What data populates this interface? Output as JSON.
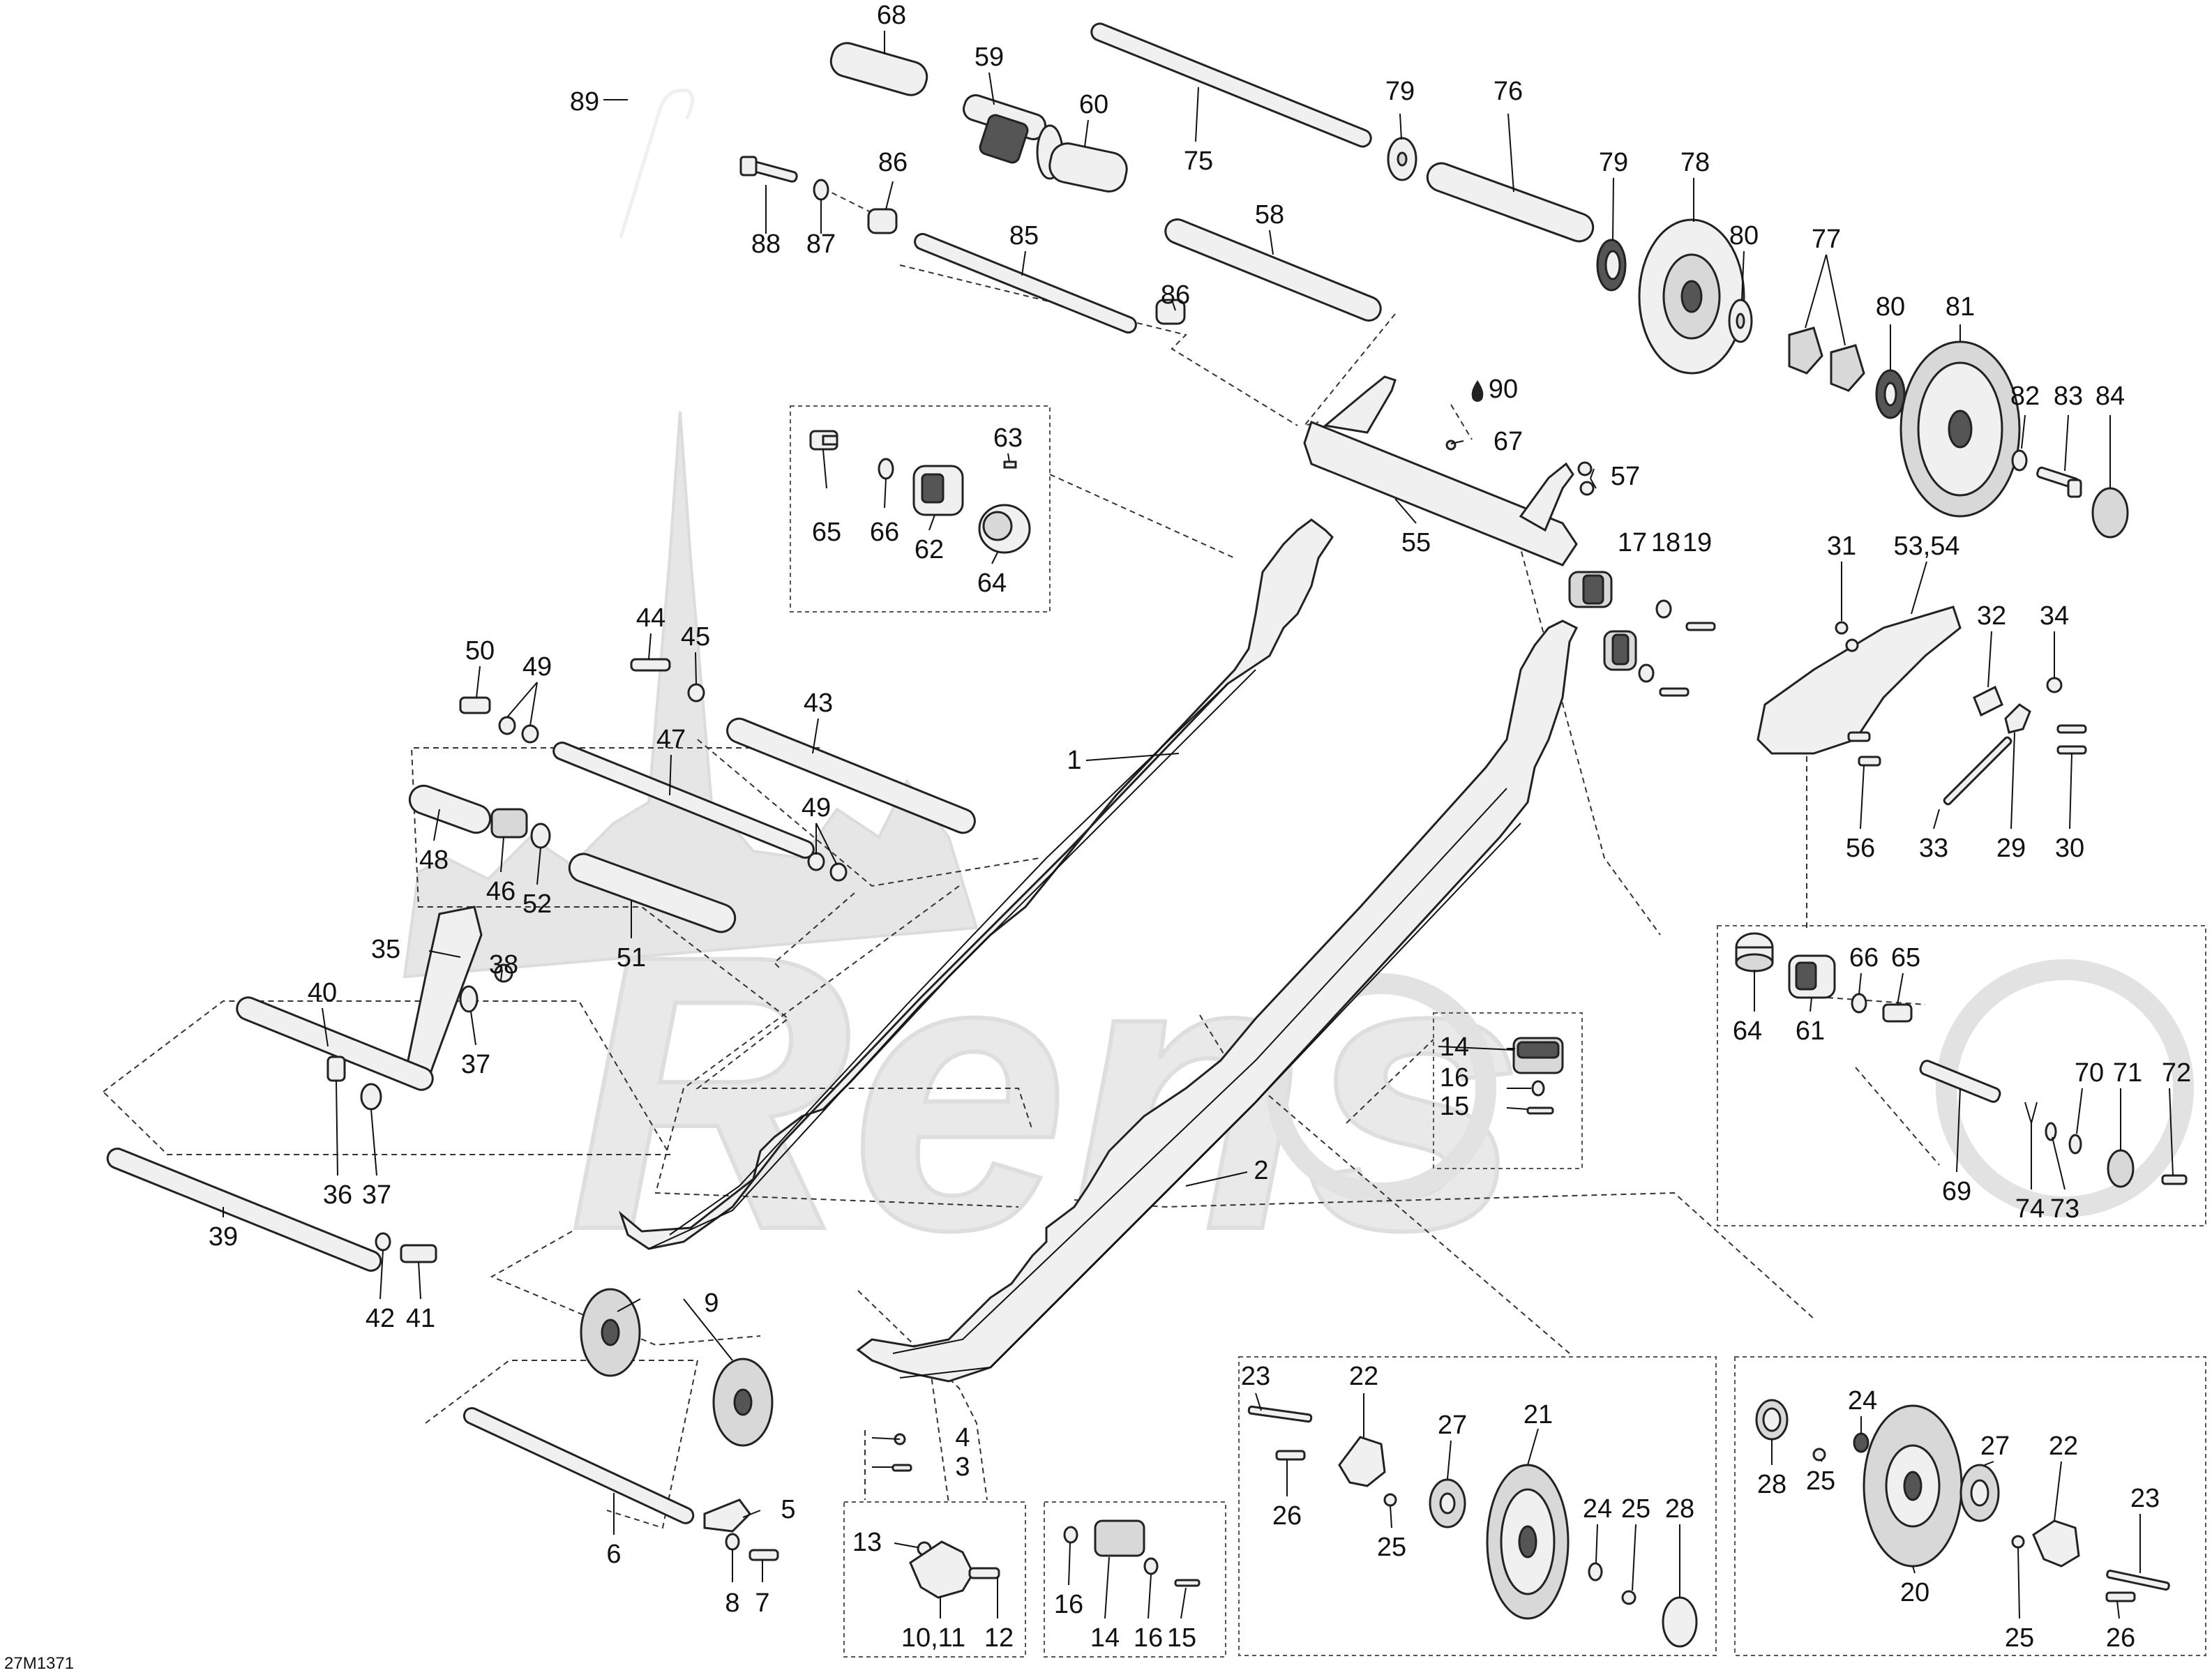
{
  "diagram_code": "27M1371",
  "watermark": "Rens",
  "callouts": {
    "c1": "1",
    "c2": "2",
    "c3": "3",
    "c4": "4",
    "c5": "5",
    "c6": "6",
    "c7": "7",
    "c8": "8",
    "c9": "9",
    "c10_11": "10,11",
    "c12": "12",
    "c13": "13",
    "c14a": "14",
    "c14b": "14",
    "c15a": "15",
    "c15b": "15",
    "c16a": "16",
    "c16b": "16",
    "c16c": "16",
    "c17": "17",
    "c18": "18",
    "c19": "19",
    "c20": "20",
    "c21": "21",
    "c22a": "22",
    "c22b": "22",
    "c23a": "23",
    "c23b": "23",
    "c24a": "24",
    "c24b": "24",
    "c25a": "25",
    "c25b": "25",
    "c25c": "25",
    "c25d": "25",
    "c26a": "26",
    "c26b": "26",
    "c27a": "27",
    "c27b": "27",
    "c28a": "28",
    "c28b": "28",
    "c29": "29",
    "c30": "30",
    "c31": "31",
    "c32": "32",
    "c33": "33",
    "c34": "34",
    "c35": "35",
    "c36": "36",
    "c37a": "37",
    "c37b": "37",
    "c38": "38",
    "c39": "39",
    "c40": "40",
    "c41": "41",
    "c42": "42",
    "c43": "43",
    "c44": "44",
    "c45": "45",
    "c46": "46",
    "c47": "47",
    "c48": "48",
    "c49a": "49",
    "c49b": "49",
    "c50": "50",
    "c51": "51",
    "c52": "52",
    "c53_54": "53,54",
    "c55": "55",
    "c56": "56",
    "c57": "57",
    "c58": "58",
    "c59": "59",
    "c60": "60",
    "c61": "61",
    "c62": "62",
    "c63": "63",
    "c64a": "64",
    "c64b": "64",
    "c65a": "65",
    "c65b": "65",
    "c66a": "66",
    "c66b": "66",
    "c67": "67",
    "c68": "68",
    "c69": "69",
    "c70": "70",
    "c71": "71",
    "c72": "72",
    "c73": "73",
    "c74": "74",
    "c75": "75",
    "c76": "76",
    "c77": "77",
    "c78": "78",
    "c79a": "79",
    "c79b": "79",
    "c80a": "80",
    "c80b": "80",
    "c81": "81",
    "c82": "82",
    "c83": "83",
    "c84": "84",
    "c85": "85",
    "c86a": "86",
    "c86b": "86",
    "c87": "87",
    "c88": "88",
    "c89": "89",
    "c90": "90"
  }
}
